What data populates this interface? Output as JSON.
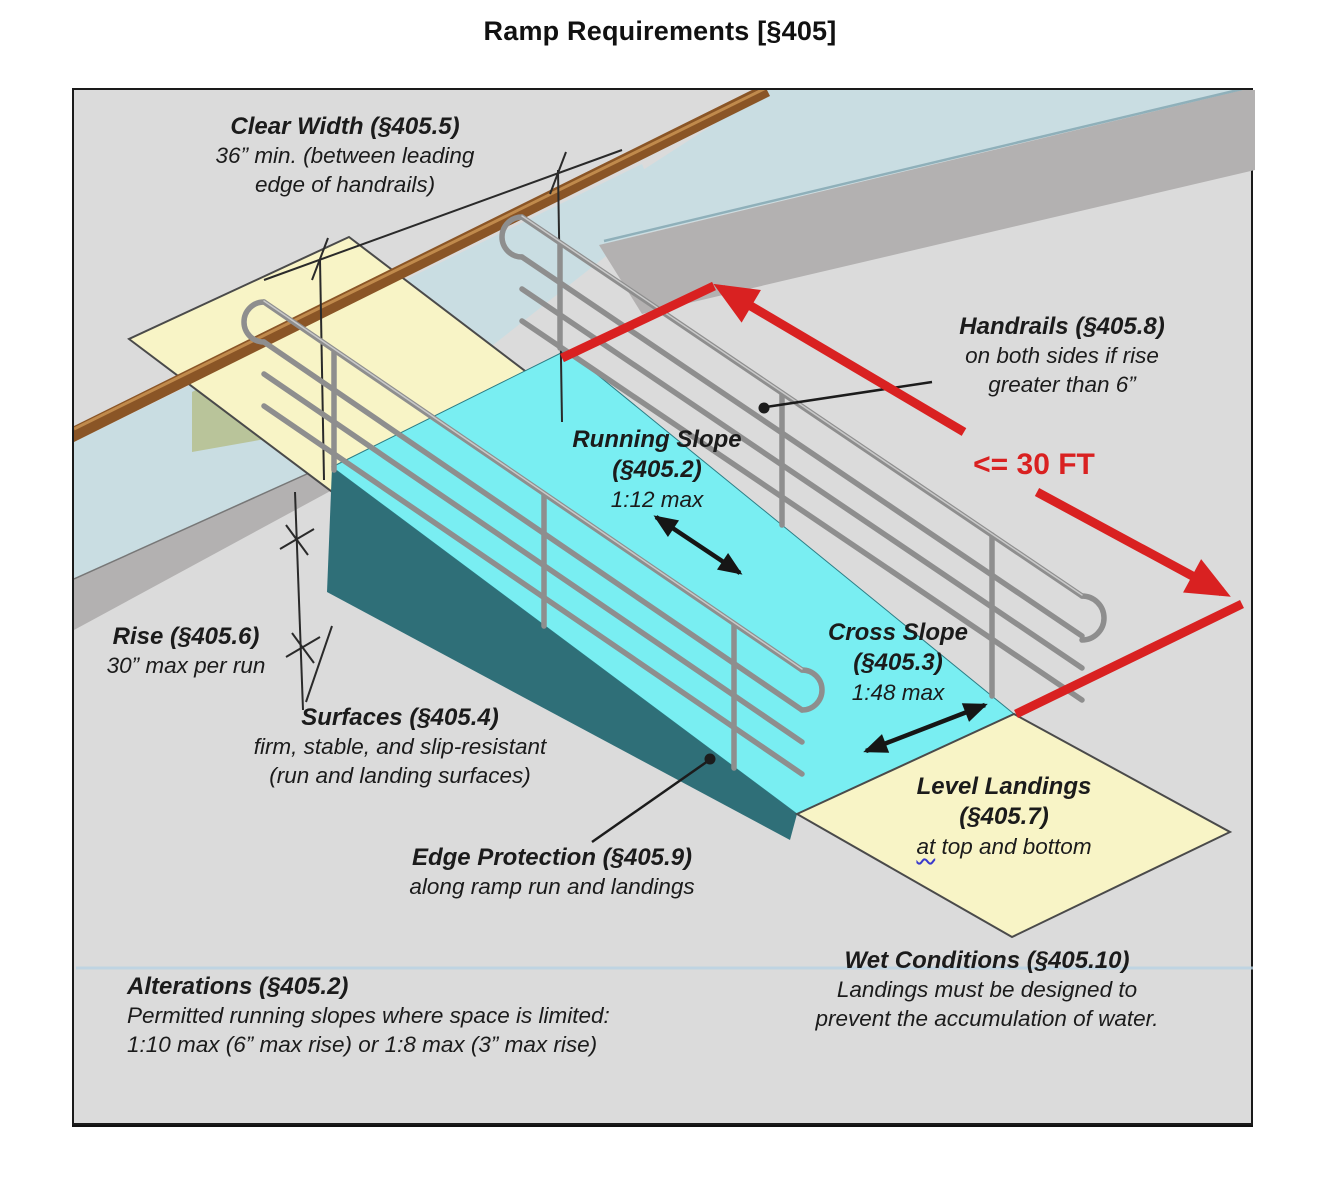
{
  "title": "Ramp Requirements [§405]",
  "figure": {
    "labels": {
      "clear_width": {
        "heading": "Clear Width (§405.5)",
        "line1": "36” min. (between leading",
        "line2": "edge of handrails)"
      },
      "handrails": {
        "heading": "Handrails (§405.8)",
        "line1": "on both sides if rise",
        "line2": "greater than 6”"
      },
      "running_slope": {
        "heading": "Running Slope",
        "heading2": "(§405.2)",
        "body": "1:12 max"
      },
      "rise": {
        "heading": "Rise (§405.6)",
        "body": "30” max per run"
      },
      "cross_slope": {
        "heading": "Cross Slope",
        "heading2": "(§405.3)",
        "body": "1:48 max"
      },
      "surfaces": {
        "heading": "Surfaces (§405.4)",
        "line1": "firm, stable, and slip-resistant",
        "line2": "(run and landing surfaces)"
      },
      "edge_protection": {
        "heading": "Edge Protection (§405.9)",
        "body": "along ramp run and landings"
      },
      "level_landings": {
        "heading": "Level Landings",
        "heading2": "(§405.7)",
        "body_word": "at",
        "body_rest": " top and bottom"
      },
      "alterations": {
        "heading": "Alterations (§405.2)",
        "line1": "Permitted running slopes where space is limited:",
        "line2": "1:10 max (6” max rise) or 1:8 max (3” max rise)"
      },
      "wet_conditions": {
        "heading": "Wet Conditions (§405.10)",
        "line1": "Landings must be designed to",
        "line2": "prevent the accumulation of water."
      },
      "dimension_30ft": "<= 30 FT"
    },
    "colors": {
      "background": "#dbdbdb",
      "ramp": "#79eef2",
      "ramp_side": "#2f6f78",
      "landing": "#f8f4c6",
      "walkway": "#c9dde2",
      "curb": "#b3b1b1",
      "wood": "#8a5526",
      "wood_highlight": "#c08a4c",
      "olive": "#b9c49a",
      "railing": "#8e8e8e",
      "annotation_red": "#d92121",
      "line_black": "#1c1c1c"
    }
  }
}
